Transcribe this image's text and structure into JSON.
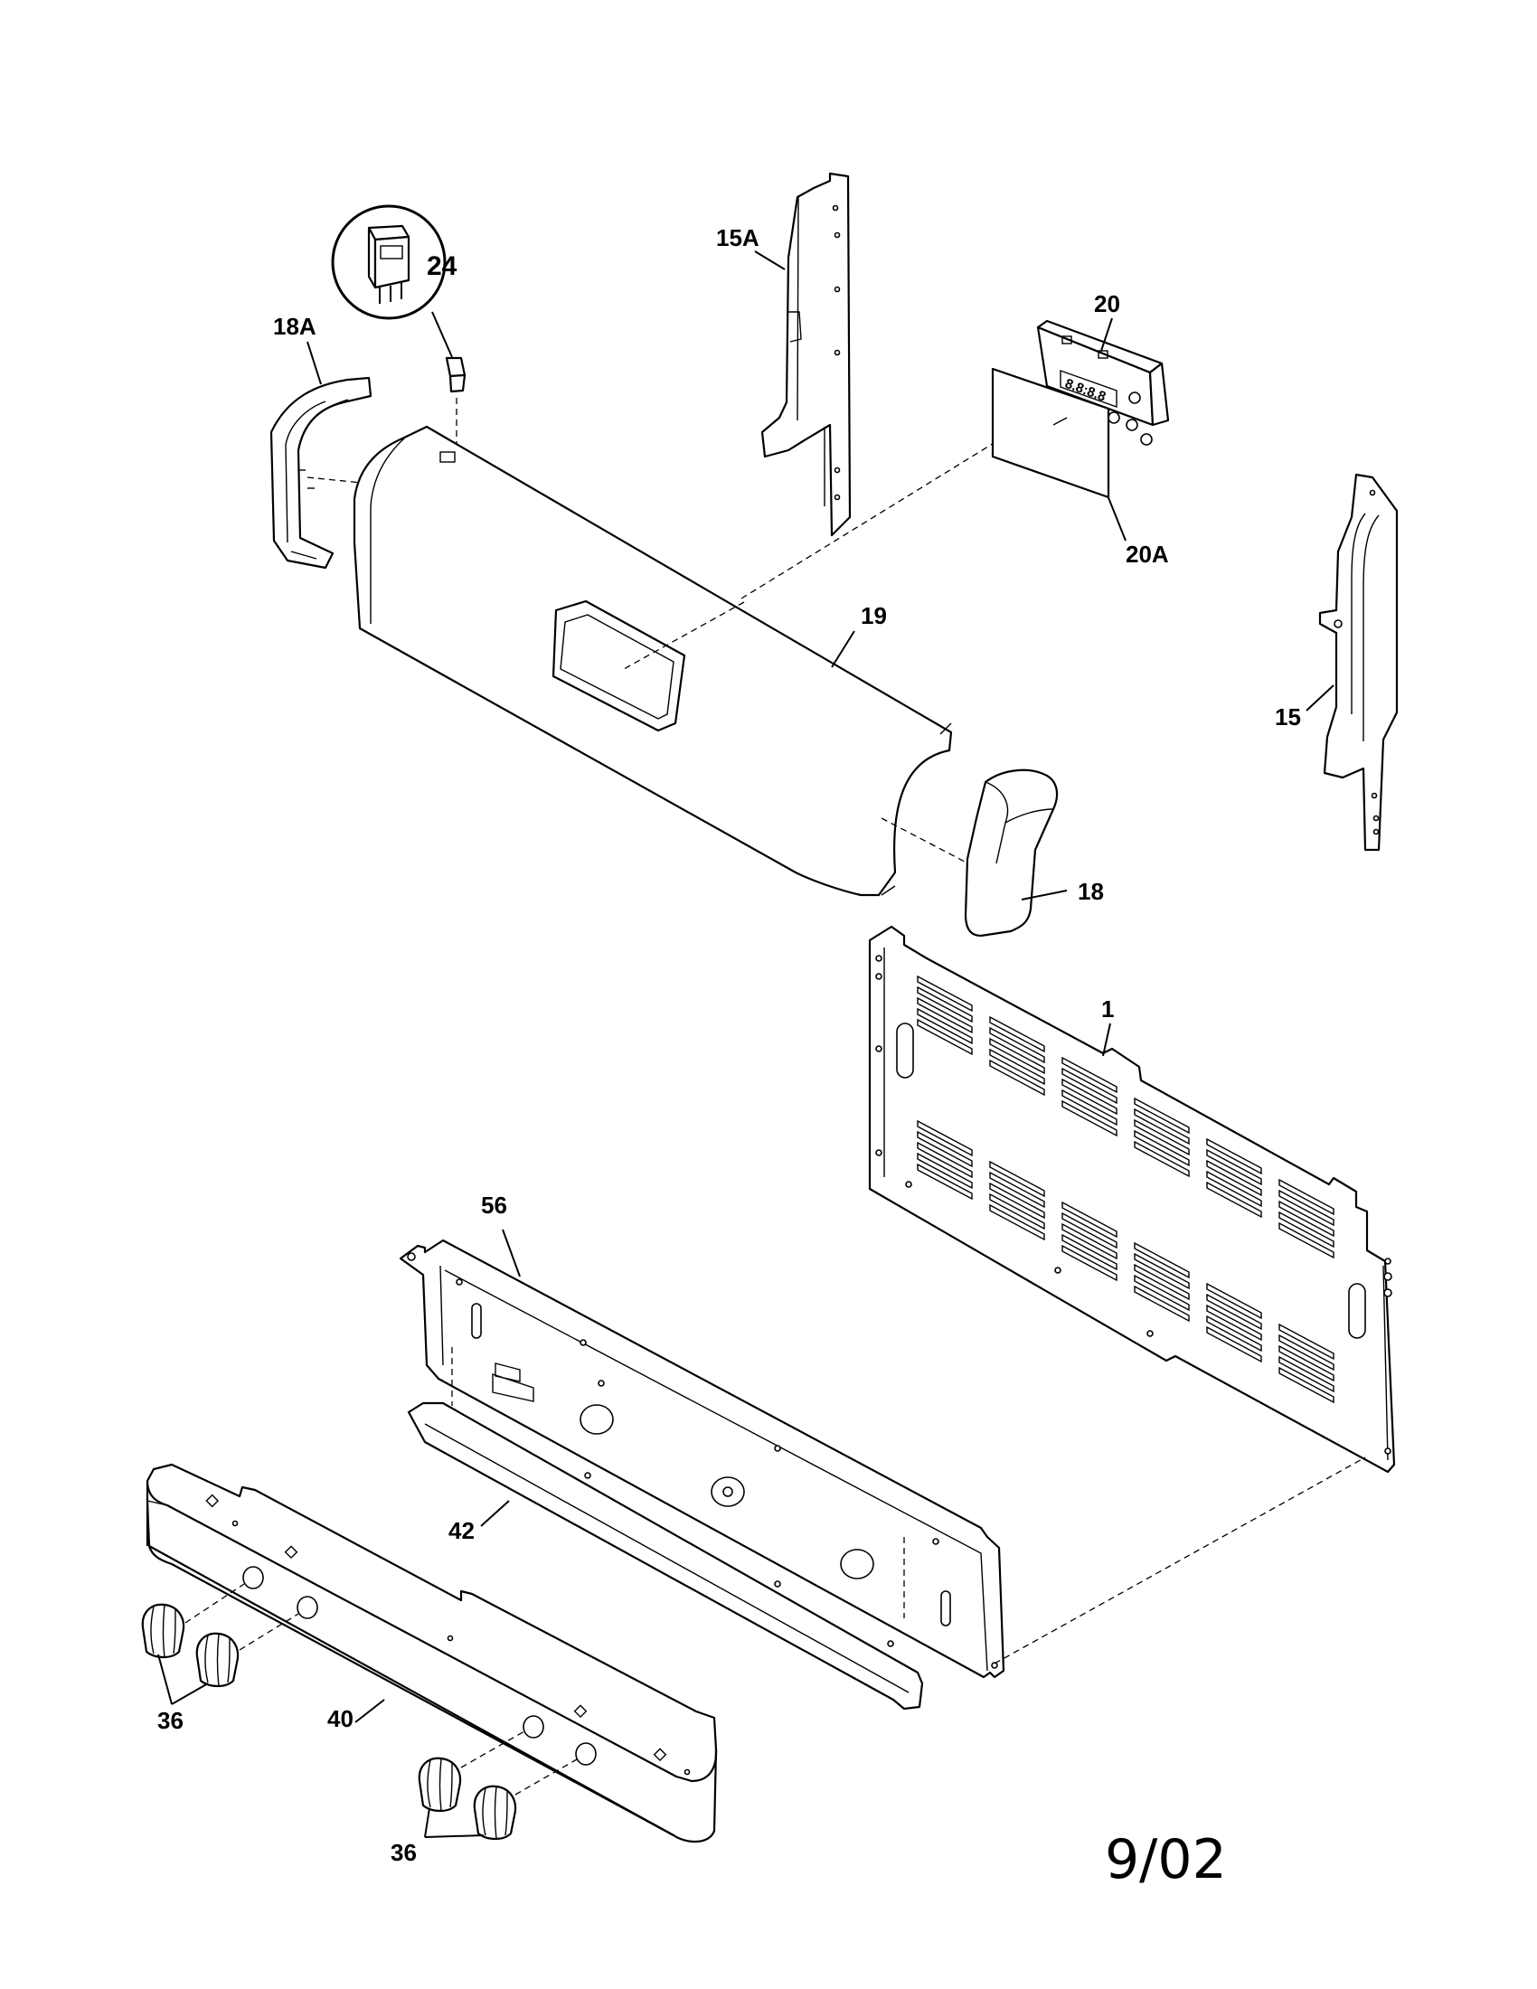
{
  "diagram": {
    "callouts": {
      "p24": "24",
      "p18A": "18A",
      "p15A": "15A",
      "p20": "20",
      "p20A": "20A",
      "p19": "19",
      "p15": "15",
      "p18": "18",
      "p1": "1",
      "p56": "56",
      "p42": "42",
      "p36a": "36",
      "p40": "40",
      "p36b": "36"
    },
    "display_digits": "8.8:8.8",
    "revision_date": "9/02"
  }
}
